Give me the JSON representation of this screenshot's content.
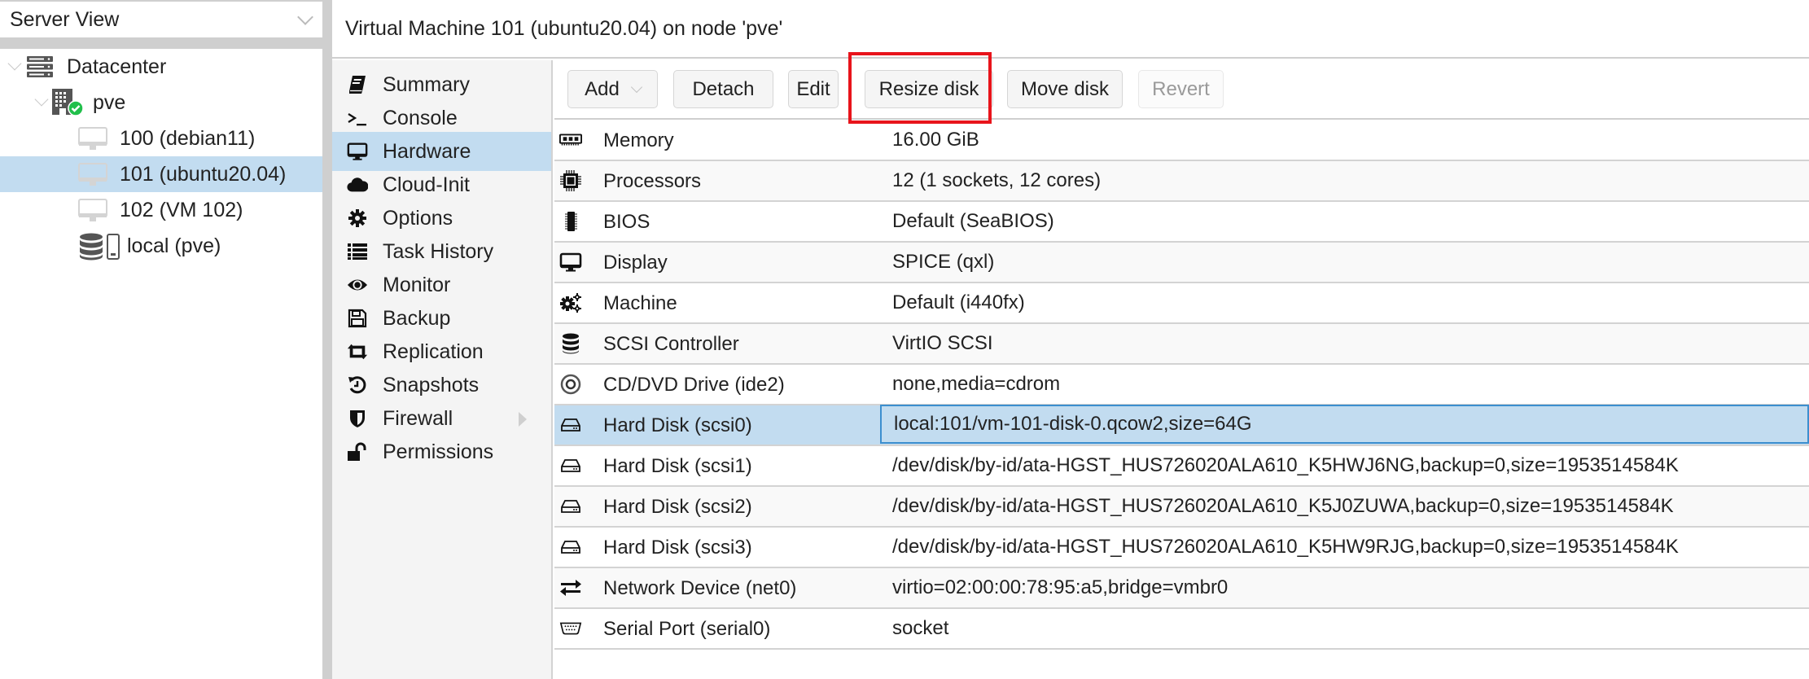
{
  "tree": {
    "view_selector": "Server View",
    "items": [
      {
        "label": "Datacenter",
        "icon": "server-rack-icon",
        "level": 0,
        "expanded": true
      },
      {
        "label": "pve",
        "icon": "node-online-icon",
        "level": 1,
        "expanded": true,
        "status": "online"
      },
      {
        "label": "100 (debian11)",
        "icon": "vm-monitor-icon",
        "level": 2
      },
      {
        "label": "101 (ubuntu20.04)",
        "icon": "vm-monitor-icon",
        "level": 2,
        "selected": true
      },
      {
        "label": "102 (VM 102)",
        "icon": "vm-monitor-icon",
        "level": 2
      },
      {
        "label": "local (pve)",
        "icon": "storage-database-icon",
        "level": 2
      }
    ]
  },
  "header": {
    "title": "Virtual Machine 101 (ubuntu20.04) on node 'pve'"
  },
  "nav": {
    "items": [
      {
        "label": "Summary",
        "icon": "book-icon"
      },
      {
        "label": "Console",
        "icon": "terminal-icon"
      },
      {
        "label": "Hardware",
        "icon": "desktop-icon",
        "active": true
      },
      {
        "label": "Cloud-Init",
        "icon": "cloud-icon"
      },
      {
        "label": "Options",
        "icon": "gear-icon"
      },
      {
        "label": "Task History",
        "icon": "list-icon"
      },
      {
        "label": "Monitor",
        "icon": "eye-icon"
      },
      {
        "label": "Backup",
        "icon": "floppy-disk-icon"
      },
      {
        "label": "Replication",
        "icon": "retweet-icon"
      },
      {
        "label": "Snapshots",
        "icon": "history-icon"
      },
      {
        "label": "Firewall",
        "icon": "shield-icon",
        "has_submenu": true
      },
      {
        "label": "Permissions",
        "icon": "unlock-icon"
      }
    ]
  },
  "toolbar": {
    "add_label": "Add",
    "detach_label": "Detach",
    "edit_label": "Edit",
    "resize_disk_label": "Resize disk",
    "move_disk_label": "Move disk",
    "revert_label": "Revert",
    "revert_disabled": true,
    "highlighted_button": "Resize disk",
    "highlight_color": "#e8141b"
  },
  "hardware": {
    "rows": [
      {
        "name": "Memory",
        "value": "16.00 GiB",
        "icon": "memory-icon"
      },
      {
        "name": "Processors",
        "value": "12 (1 sockets, 12 cores)",
        "icon": "cpu-icon"
      },
      {
        "name": "BIOS",
        "value": "Default (SeaBIOS)",
        "icon": "microchip-icon"
      },
      {
        "name": "Display",
        "value": "SPICE (qxl)",
        "icon": "desktop-icon"
      },
      {
        "name": "Machine",
        "value": "Default (i440fx)",
        "icon": "gears-icon"
      },
      {
        "name": "SCSI Controller",
        "value": "VirtIO SCSI",
        "icon": "database-icon"
      },
      {
        "name": "CD/DVD Drive (ide2)",
        "value": "none,media=cdrom",
        "icon": "cdrom-icon"
      },
      {
        "name": "Hard Disk (scsi0)",
        "value": "local:101/vm-101-disk-0.qcow2,size=64G",
        "icon": "hdd-icon",
        "selected": true
      },
      {
        "name": "Hard Disk (scsi1)",
        "value": "/dev/disk/by-id/ata-HGST_HUS726020ALA610_K5HWJ6NG,backup=0,size=1953514584K",
        "icon": "hdd-icon"
      },
      {
        "name": "Hard Disk (scsi2)",
        "value": "/dev/disk/by-id/ata-HGST_HUS726020ALA610_K5J0ZUWA,backup=0,size=1953514584K",
        "icon": "hdd-icon"
      },
      {
        "name": "Hard Disk (scsi3)",
        "value": "/dev/disk/by-id/ata-HGST_HUS726020ALA610_K5HW9RJG,backup=0,size=1953514584K",
        "icon": "hdd-icon"
      },
      {
        "name": "Network Device (net0)",
        "value": "virtio=02:00:00:78:95:a5,bridge=vmbr0",
        "icon": "exchange-icon"
      },
      {
        "name": "Serial Port (serial0)",
        "value": "socket",
        "icon": "serial-port-icon"
      }
    ]
  },
  "colors": {
    "selection": "#c2dcf0",
    "focus_border": "#3c8fcf",
    "node_online": "#21bf4b"
  }
}
